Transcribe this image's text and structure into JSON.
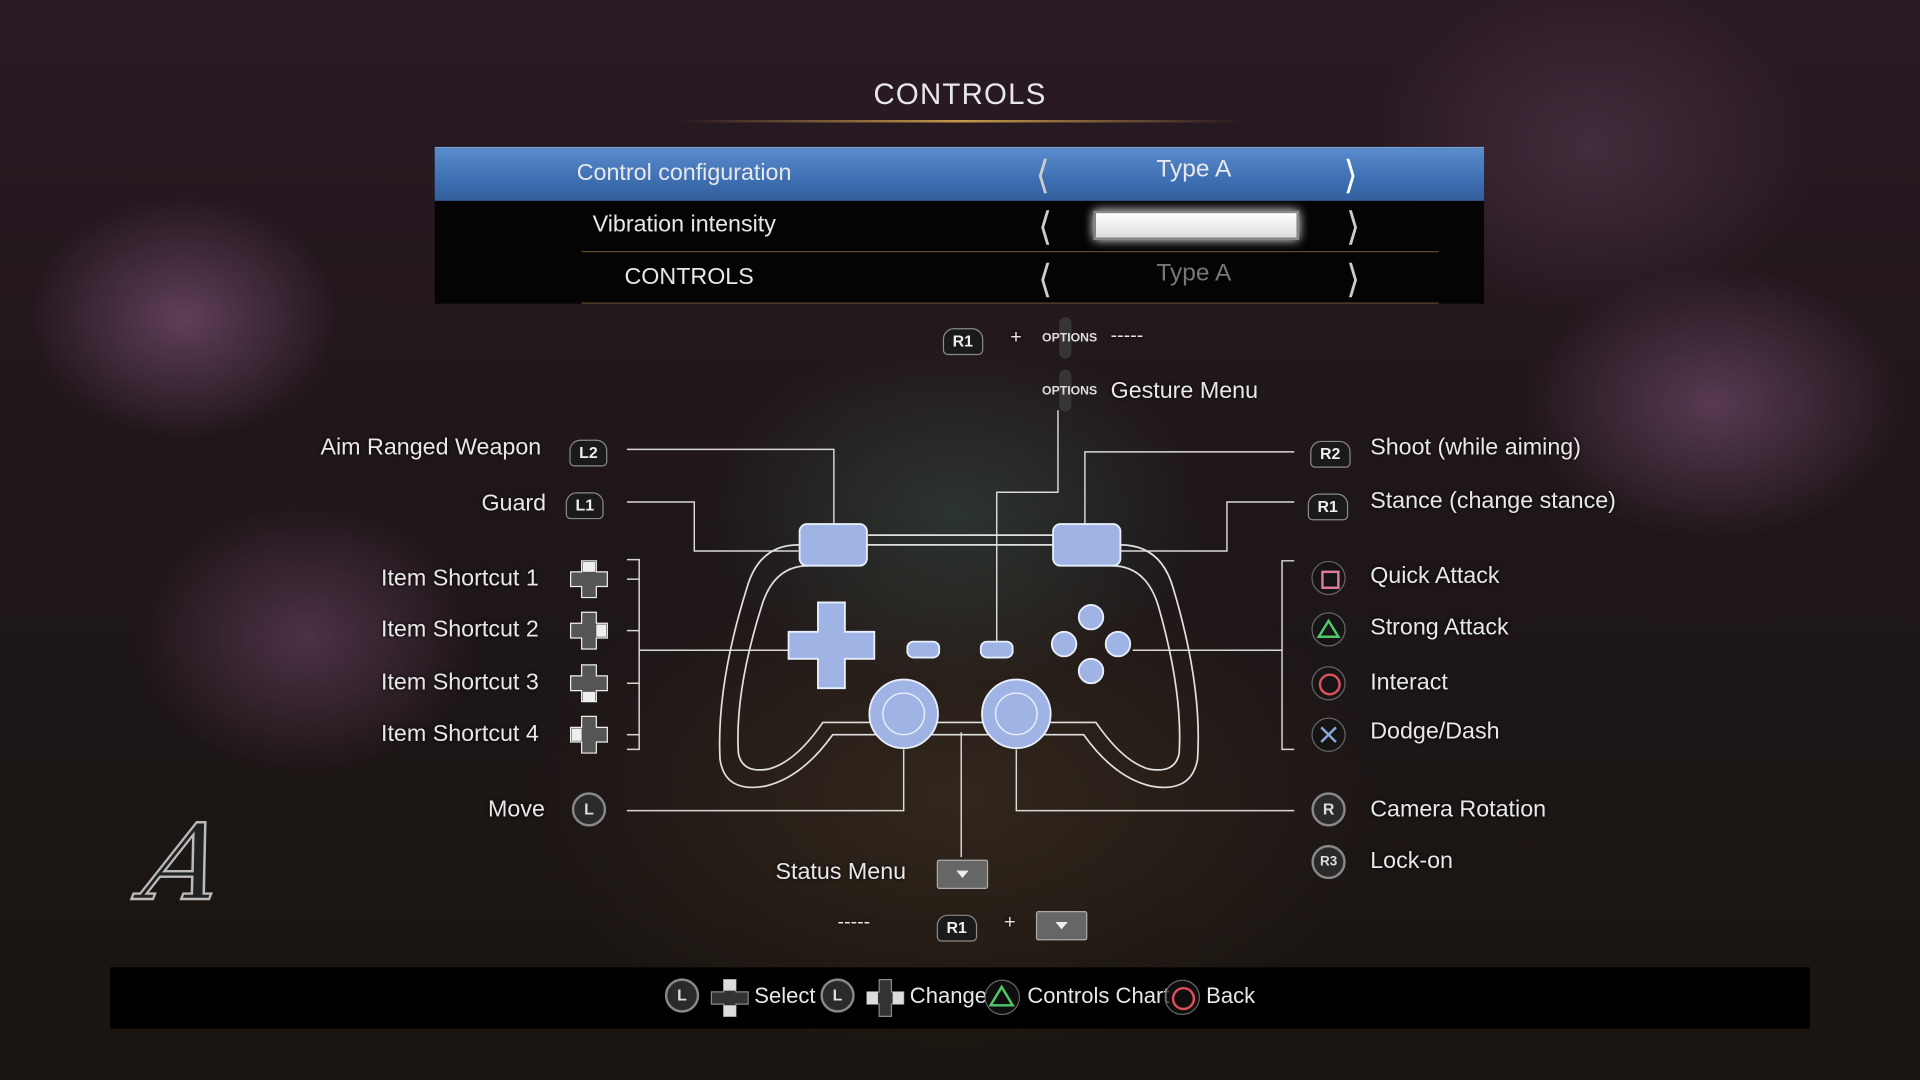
{
  "header": {
    "title": "CONTROLS"
  },
  "settings": [
    {
      "label": "Control configuration",
      "value": "Type A",
      "selected": true
    },
    {
      "label": "Vibration intensity",
      "value_fraction": 1.0
    },
    {
      "label": "CONTROLS",
      "value": "Type A"
    }
  ],
  "top_combos": {
    "r1": "R1",
    "plus": "+",
    "options": "OPTIONS",
    "dashes": "-----",
    "gesture": "Gesture Menu"
  },
  "left": {
    "aim": {
      "label": "Aim Ranged Weapon",
      "button": "L2"
    },
    "guard": {
      "label": "Guard",
      "button": "L1"
    },
    "items": [
      "Item Shortcut 1",
      "Item Shortcut 2",
      "Item Shortcut 3",
      "Item Shortcut 4"
    ],
    "move": {
      "label": "Move",
      "button": "L"
    }
  },
  "right": {
    "shoot": {
      "label": "Shoot (while aiming)",
      "button": "R2"
    },
    "stance": {
      "label": "Stance (change stance)",
      "button": "R1"
    },
    "quick": "Quick Attack",
    "strong": "Strong Attack",
    "interact": "Interact",
    "dodge": "Dodge/Dash",
    "camera": {
      "label": "Camera Rotation",
      "button": "R"
    },
    "lockon": {
      "label": "Lock-on",
      "button": "R3"
    }
  },
  "bottom_combos": {
    "status": "Status Menu",
    "dashes": "-----",
    "r1": "R1",
    "plus": "+"
  },
  "logo_letter": "A",
  "footer": {
    "l": "L",
    "select": "Select",
    "change": "Change",
    "chart": "Controls Chart",
    "back": "Back"
  },
  "colors": {
    "highlight": "#3d6fb2",
    "triangle": "#4fc86a",
    "circle": "#e0505a",
    "square": "#e07a9a",
    "cross": "#8aa8e0"
  }
}
